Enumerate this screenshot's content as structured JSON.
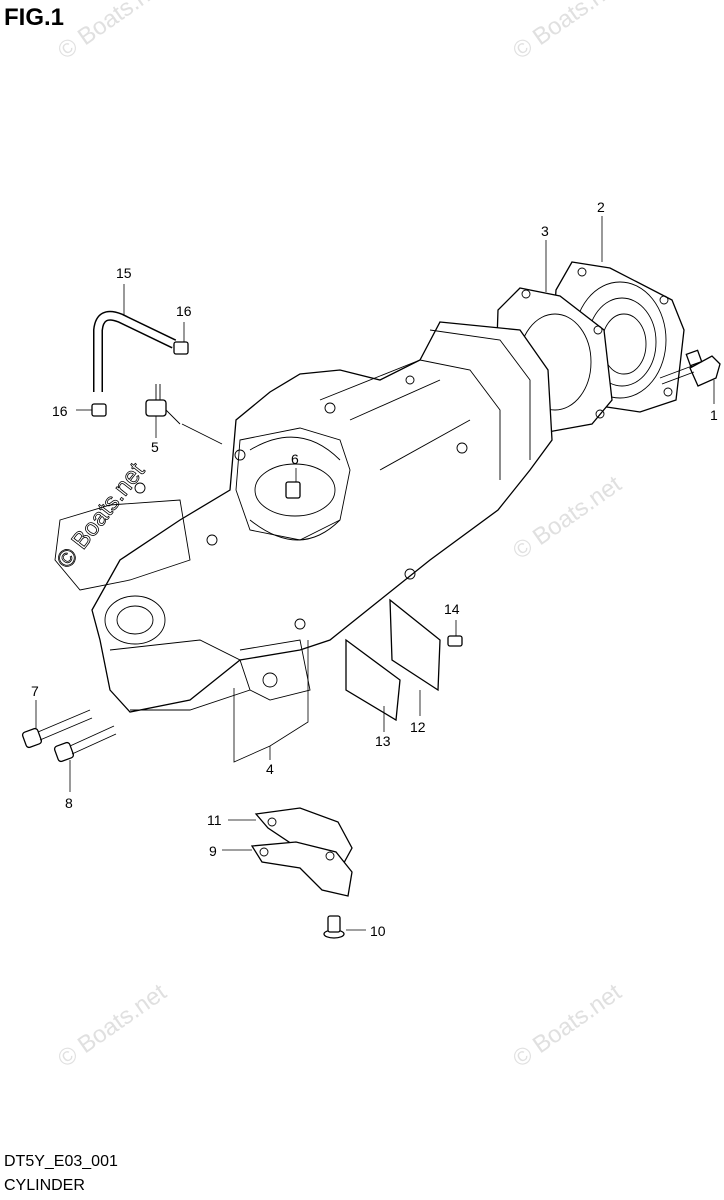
{
  "figure": {
    "title": "FIG.1"
  },
  "footer": {
    "code": "DT5Y_E03_001",
    "name": "CYLINDER"
  },
  "watermark": {
    "text": "© Boats.net"
  },
  "callouts": [
    {
      "id": "c1",
      "label": "1"
    },
    {
      "id": "c2",
      "label": "2"
    },
    {
      "id": "c3",
      "label": "3"
    },
    {
      "id": "c4",
      "label": "4"
    },
    {
      "id": "c5",
      "label": "5"
    },
    {
      "id": "c6",
      "label": "6"
    },
    {
      "id": "c7",
      "label": "7"
    },
    {
      "id": "c8",
      "label": "8"
    },
    {
      "id": "c9",
      "label": "9"
    },
    {
      "id": "c10",
      "label": "10"
    },
    {
      "id": "c11",
      "label": "11"
    },
    {
      "id": "c12",
      "label": "12"
    },
    {
      "id": "c13",
      "label": "13"
    },
    {
      "id": "c14",
      "label": "14"
    },
    {
      "id": "c15",
      "label": "15"
    },
    {
      "id": "c16a",
      "label": "16"
    },
    {
      "id": "c16b",
      "label": "16"
    }
  ]
}
